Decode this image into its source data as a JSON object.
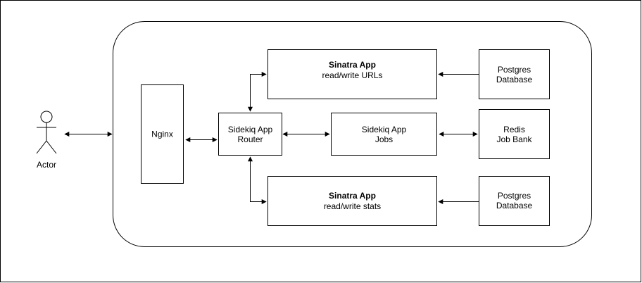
{
  "diagram": {
    "actor": {
      "label": "Actor"
    },
    "nginx": {
      "label": "Nginx"
    },
    "router": {
      "line1": "Sidekiq App",
      "line2": "Router"
    },
    "sinatra_urls": {
      "title": "Sinatra App",
      "subtitle": "read/write URLs"
    },
    "sidekiq_jobs": {
      "line1": "Sidekiq App",
      "line2": "Jobs"
    },
    "sinatra_stats": {
      "title": "Sinatra App",
      "subtitle": "read/write stats"
    },
    "postgres_urls": {
      "line1": "Postgres",
      "line2": "Database"
    },
    "redis": {
      "line1": "Redis",
      "line2": "Job Bank"
    },
    "postgres_stats": {
      "line1": "Postgres",
      "line2": "Database"
    }
  }
}
